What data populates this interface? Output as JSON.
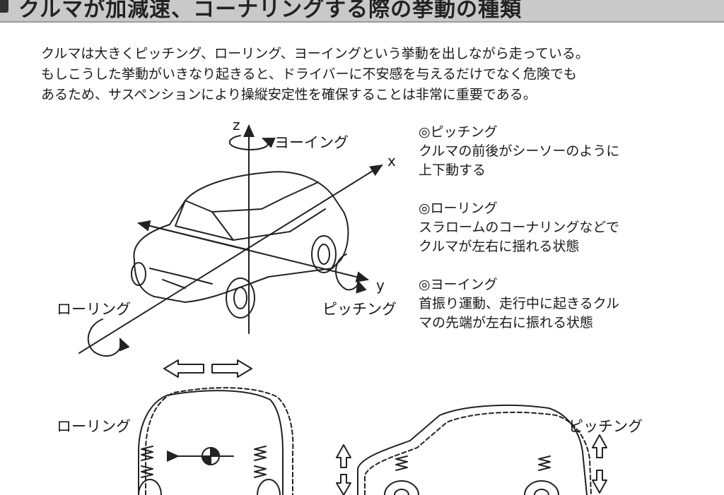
{
  "header": {
    "title": "クルマが加減速、コーナリングする際の挙動の種類"
  },
  "intro": [
    "クルマは大きくピッチング、ローリング、ヨーイングという挙動を出しながら走っている。",
    "もしこうした挙動がいきなり起きると、ドライバーに不安感を与えるだけでなく危険でも",
    "あるため、サスペンションにより操縦安定性を確保することは非常に重要である。"
  ],
  "descriptions": [
    {
      "heading": "◎ピッチング",
      "lines": [
        "クルマの前後がシーソーのように",
        "上下動する"
      ]
    },
    {
      "heading": "◎ローリング",
      "lines": [
        "スラロームのコーナリングなどで",
        "クルマが左右に揺れる状態"
      ]
    },
    {
      "heading": "◎ヨーイング",
      "lines": [
        "首振り運動、走行中に起きるクル",
        "マの先端が左右に振れる状態"
      ]
    }
  ],
  "figure": {
    "axis_z": "z",
    "axis_x": "x",
    "axis_y": "y",
    "label_yawing": "ヨーイング",
    "label_rolling": "ローリング",
    "label_pitching": "ピッチング",
    "label_rolling_front": "ローリング",
    "label_pitching_side": "ピッチング"
  }
}
